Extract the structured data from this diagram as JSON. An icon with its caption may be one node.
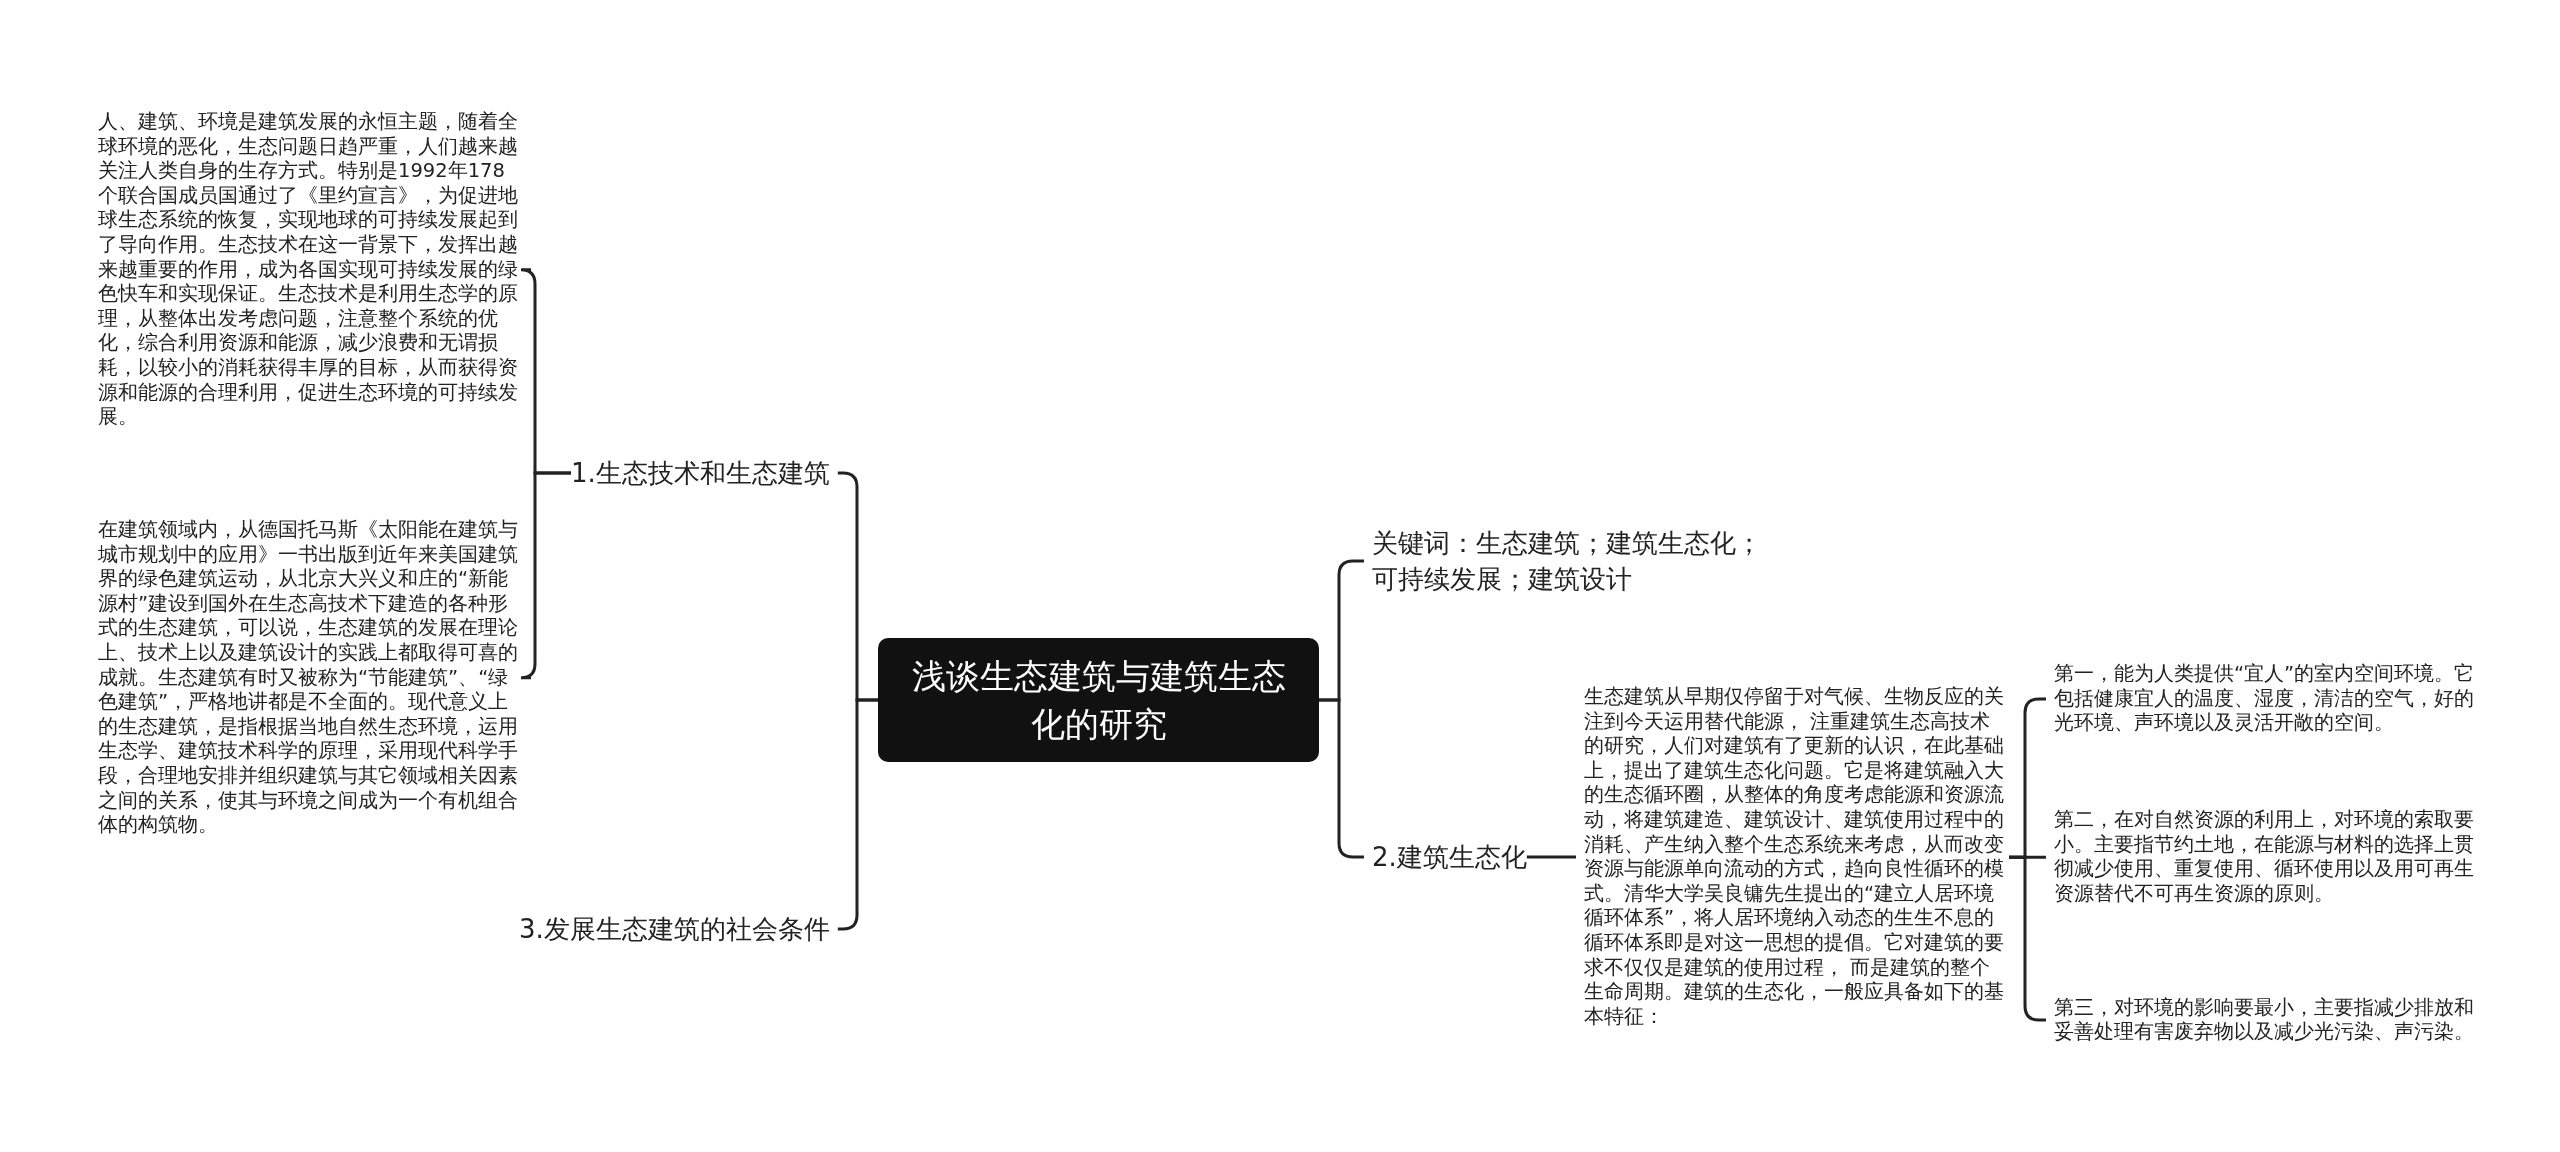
{
  "diagram": {
    "nodes": [
      {
        "text": [
          "浅谈生态建筑与建筑生态化的研究"
        ]
      },
      {
        "text": [
          "1.生态技术和生态建筑"
        ]
      },
      {
        "text": [
          "人、建筑、环境是建筑发展的永恒主题，随着全球环境的恶化，生态问题日趋严重，人们越来越关注人类自身的生存方式。特别是1992年178个联合国成员国通过了《里约宣言》，为促进地球生态系统的恢复，实现地球的可持续发展起到了导向作用。生态技术在这一背景下，发挥出越来越重要的作用，成为各国实现可持续发展的绿色快车和实现保证。生态技术是利用生态学的原理，从整体出发考虑问题，注意整个系统的优化，综合利用资源和能源，减少浪费和无谓损耗，以较小的消耗获得丰厚的目标，从而获得资源和能源的合理利用，促进生态环境的可持续发展。"
        ]
      },
      {
        "text": [
          "在建筑领域内，从德国托马斯《太阳能在建筑与城市规划中的应用》一书出版到近年来美国建筑界的绿色建筑运动，从北京大兴义和庄的“新能源村”建设到国外在生态高技术下建造的各种形式的生态建筑，可以说，生态建筑的发展在理论上、技术上以及建筑设计的实践上都取得可喜的成就。生态建筑有时又被称为“节能建筑”、“绿色建筑”，严格地讲都是不全面的。现代意义上的生态建筑，是指根据当地自然生态环境，运用生态学、建筑技术科学的原理，采用现代科学手段，合理地安排并组织建筑与其它领域相关因素之间的关系，使其与环境之间成为一个有机组合体的构筑物。"
        ]
      },
      {
        "text": [
          "3.发展生态建筑的社会条件"
        ]
      },
      {
        "text": [
          "关键词：生态建筑；建筑生态化；可持续发展；建筑设计"
        ]
      },
      {
        "text": [
          "2.建筑生态化"
        ]
      },
      {
        "text": [
          "生态建筑从早期仅停留于对气候、生物反应的关注到今天运用替代能源， 注重建筑生态高技术的研究，人们对建筑有了更新的认识，在此基础上，提出了建筑生态化问题。它是将建筑融入大的生态循环圈，从整体的角度考虑能源和资源流动，将建筑建造、建筑设计、建筑使用过程中的消耗、产生纳入整个生态系统来考虑，从而改变资源与能源单向流动的方式，趋向良性循环的模式。清华大学吴良镛先生提出的“建立人居环境循环体系”，将人居环境纳入动态的生生不息的循环体系即是对这一思想的提倡。它对建筑的要求不仅仅是建筑的使用过程， 而是建筑的整个生命周期。建筑的生态化，一般应具备如下的基本特征："
        ]
      },
      {
        "text": [
          "第一，能为人类提供“宜人”的室内空间环境。它包括健康宜人的温度、湿度，清洁的空气，好的光环境、声环境以及灵活开敞的空间。"
        ]
      },
      {
        "text": [
          "第二，在对自然资源的利用上，对环境的索取要小。主要指节约土地，在能源与材料的选择上贯彻减少使用、重复使用、循环使用以及用可再生资源替代不可再生资源的原则。"
        ]
      },
      {
        "text": [
          "第三，对环境的影响要最小，主要指减少排放和妥善处理有害废弃物以及减少光污染、声污染。"
        ]
      }
    ],
    "edges": [
      {
        "from": 0,
        "to": 1,
        "arrow": "none"
      },
      {
        "from": 1,
        "to": 2,
        "arrow": "none"
      },
      {
        "from": 1,
        "to": 3,
        "arrow": "none"
      },
      {
        "from": 0,
        "to": 4,
        "arrow": "none"
      },
      {
        "from": 0,
        "to": 5,
        "arrow": "none"
      },
      {
        "from": 0,
        "to": 6,
        "arrow": "none"
      },
      {
        "from": 6,
        "to": 7,
        "arrow": "none"
      },
      {
        "from": 7,
        "to": 8,
        "arrow": "none"
      },
      {
        "from": 7,
        "to": 9,
        "arrow": "none"
      },
      {
        "from": 7,
        "to": 10,
        "arrow": "none"
      }
    ]
  }
}
